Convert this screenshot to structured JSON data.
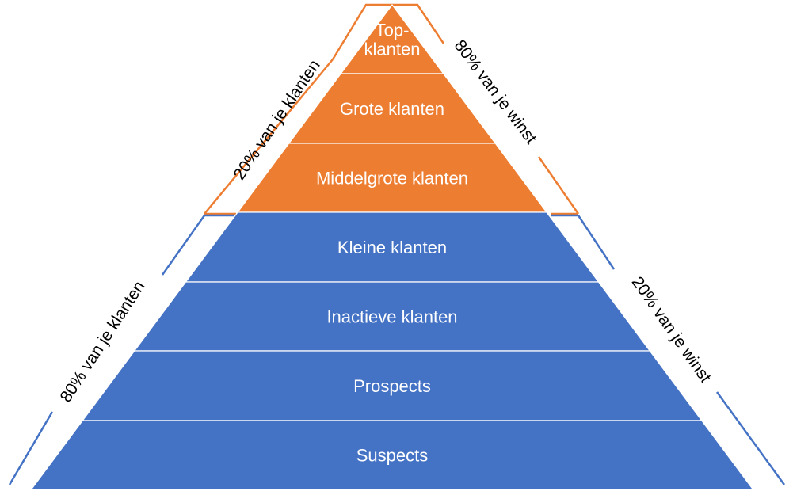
{
  "pyramid": {
    "layers": [
      {
        "lines": [
          "Top-",
          "klanten"
        ],
        "group": "top"
      },
      {
        "lines": [
          "Grote klanten"
        ],
        "group": "top"
      },
      {
        "lines": [
          "Middelgrote klanten"
        ],
        "group": "top"
      },
      {
        "lines": [
          "Kleine klanten"
        ],
        "group": "bottom"
      },
      {
        "lines": [
          "Inactieve klanten"
        ],
        "group": "bottom"
      },
      {
        "lines": [
          "Prospects"
        ],
        "group": "bottom"
      },
      {
        "lines": [
          "Suspects"
        ],
        "group": "bottom"
      }
    ]
  },
  "side_labels": {
    "upper_left": "20% van je klanten",
    "upper_right": "80% van je winst",
    "lower_left": "80% van je klanten",
    "lower_right": "20% van je winst"
  },
  "colors": {
    "top": "#ed7d31",
    "bottom": "#4472c4",
    "divider": "#ffffff",
    "background": "#ffffff"
  }
}
